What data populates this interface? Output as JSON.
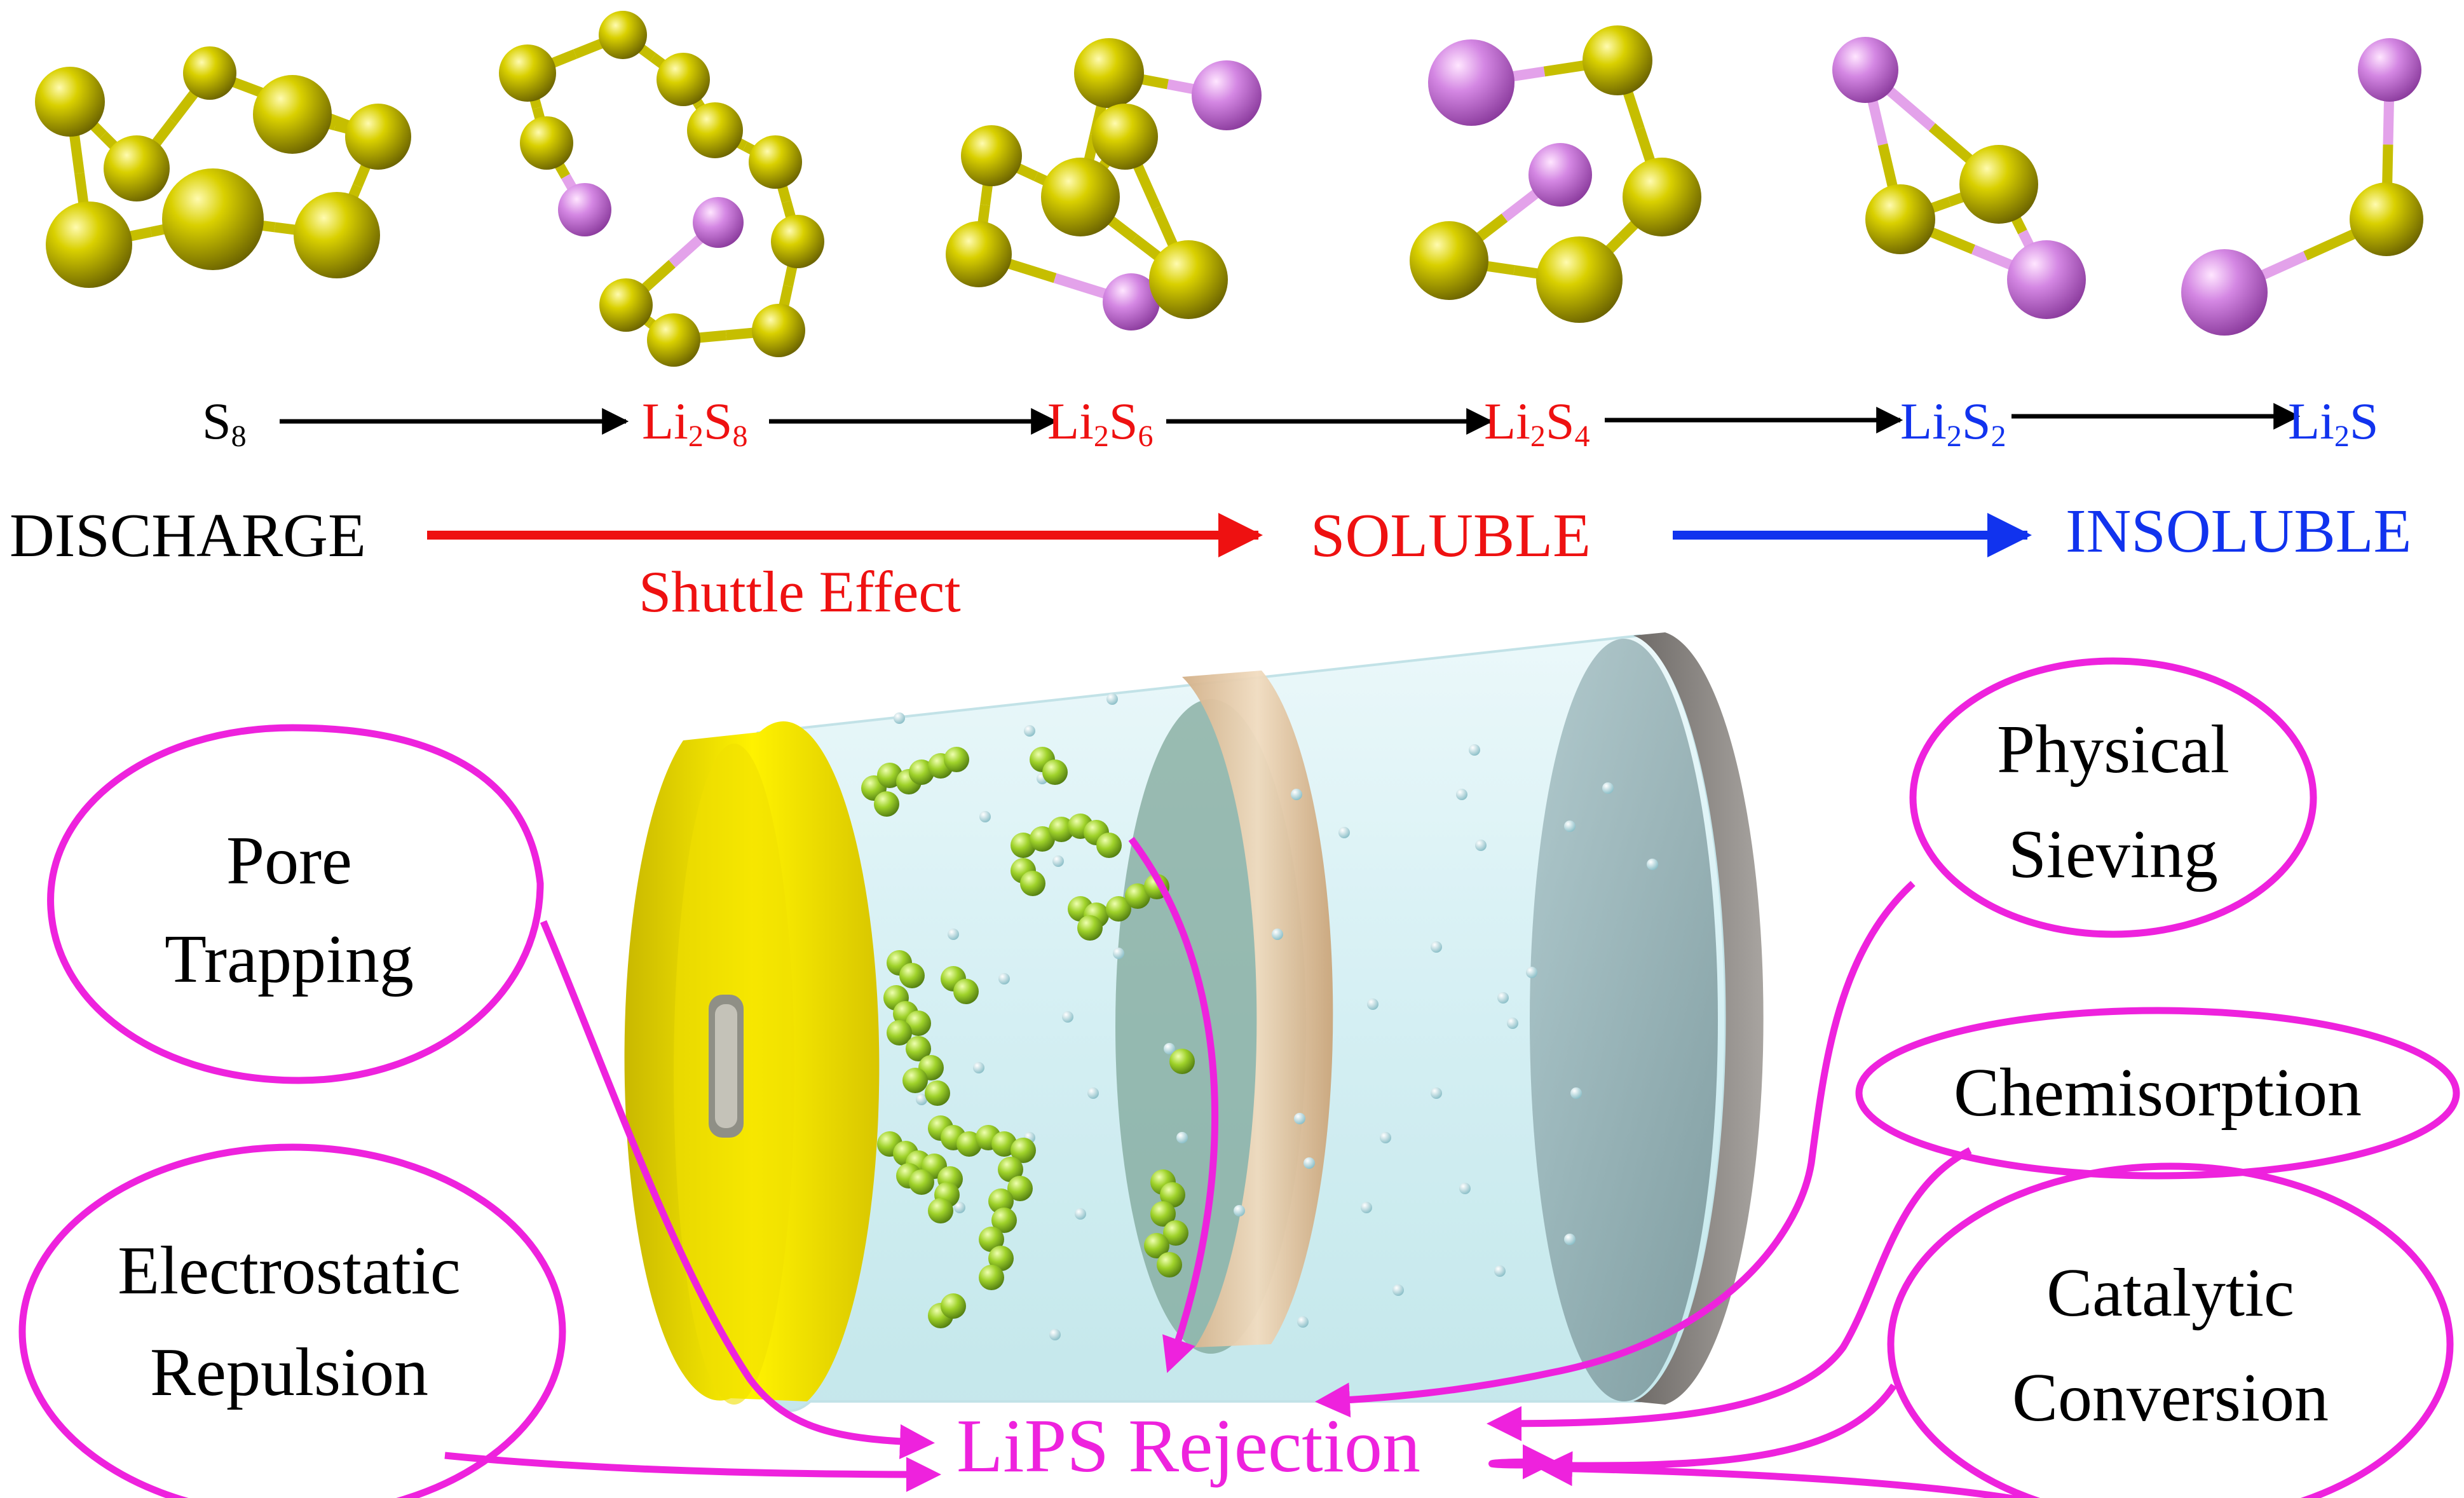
{
  "colors": {
    "sulfur": "#b5b000",
    "lithium": "#cc77dd",
    "soluble": "#ee1111",
    "insoluble": "#1133ee",
    "neutral": "#000000",
    "magenta": "#ee22dd",
    "collector": "#f2e600",
    "electrolyte": "#d6f1f4",
    "separator": "#e3c7a2",
    "electrode": "#8aa3a7",
    "casing": "#888380",
    "polysulfide": "#8ac020"
  },
  "pathway": {
    "species": [
      {
        "base": "S",
        "sub": "8",
        "prefix": "",
        "prefix_sub": "",
        "status": "neutral"
      },
      {
        "base": "S",
        "sub": "8",
        "prefix": "Li",
        "prefix_sub": "2",
        "status": "soluble"
      },
      {
        "base": "S",
        "sub": "6",
        "prefix": "Li",
        "prefix_sub": "2",
        "status": "soluble"
      },
      {
        "base": "S",
        "sub": "4",
        "prefix": "Li",
        "prefix_sub": "2",
        "status": "soluble"
      },
      {
        "base": "S",
        "sub": "2",
        "prefix": "Li",
        "prefix_sub": "2",
        "status": "insoluble"
      },
      {
        "base": "S",
        "sub": "",
        "prefix": "Li",
        "prefix_sub": "2",
        "status": "insoluble"
      }
    ]
  },
  "legend_row": {
    "discharge": "DISCHARGE",
    "shuttle": "Shuttle Effect",
    "soluble": "SOLUBLE",
    "insoluble": "INSOLUBLE"
  },
  "mechanisms": {
    "pore_trapping": [
      "Pore",
      "Trapping"
    ],
    "electrostatic_repulsion": [
      "Electrostatic",
      "Repulsion"
    ],
    "physical_sieving": [
      "Physical",
      "Sieving"
    ],
    "chemisorption": [
      "Chemisorption"
    ],
    "catalytic_conversion": [
      "Catalytic",
      "Conversion"
    ]
  },
  "target": "LiPS Rejection"
}
